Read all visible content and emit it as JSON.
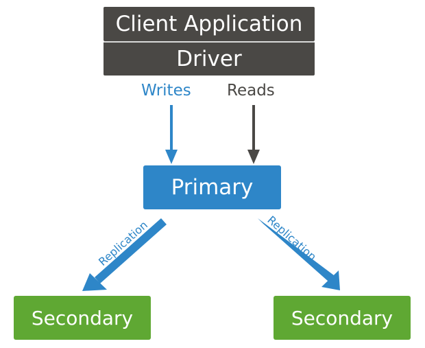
{
  "client_application": {
    "label": "Client Application"
  },
  "driver": {
    "label": "Driver"
  },
  "writes": {
    "label": "Writes"
  },
  "reads": {
    "label": "Reads"
  },
  "primary": {
    "label": "Primary"
  },
  "replication": {
    "left_label": "Replication",
    "right_label": "Replication"
  },
  "secondaries": [
    {
      "label": "Secondary"
    },
    {
      "label": "Secondary"
    }
  ],
  "colors": {
    "dark": "#4a4845",
    "blue": "#2e86c8",
    "green": "#5fa833"
  }
}
